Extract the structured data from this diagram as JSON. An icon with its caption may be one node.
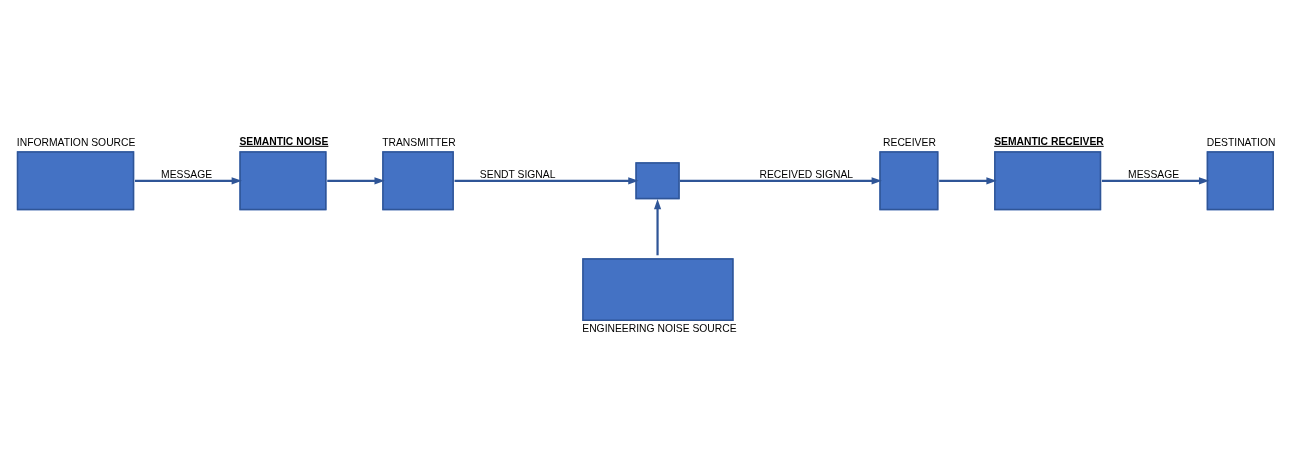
{
  "diagram": {
    "nodes": [
      {
        "text": [
          "INFORMATION SOURCE"
        ]
      },
      {
        "text": [
          "SEMANTIC NOISE"
        ]
      },
      {
        "text": [
          "TRANSMITTER"
        ]
      },
      {
        "text": [],
        "shape": "box"
      },
      {
        "text": [
          "RECEIVER"
        ]
      },
      {
        "text": [
          "SEMANTIC RECEIVER"
        ]
      },
      {
        "text": [
          "DESTINATION"
        ]
      },
      {
        "text": [
          "ENGINEERING NOISE SOURCE"
        ]
      }
    ],
    "edges": [
      {
        "from": 0,
        "to": 1,
        "arrow": "to",
        "label": "MESSAGE"
      },
      {
        "from": 1,
        "to": 2,
        "arrow": "to"
      },
      {
        "from": 2,
        "to": 3,
        "arrow": "to",
        "label": "SENDT SIGNAL"
      },
      {
        "from": 3,
        "to": 4,
        "arrow": "to",
        "label": "RECEIVED SIGNAL"
      },
      {
        "from": 4,
        "to": 5,
        "arrow": "to"
      },
      {
        "from": 5,
        "to": 6,
        "arrow": "to",
        "label": "MESSAGE"
      },
      {
        "from": 7,
        "to": 3,
        "arrow": "to"
      }
    ]
  }
}
